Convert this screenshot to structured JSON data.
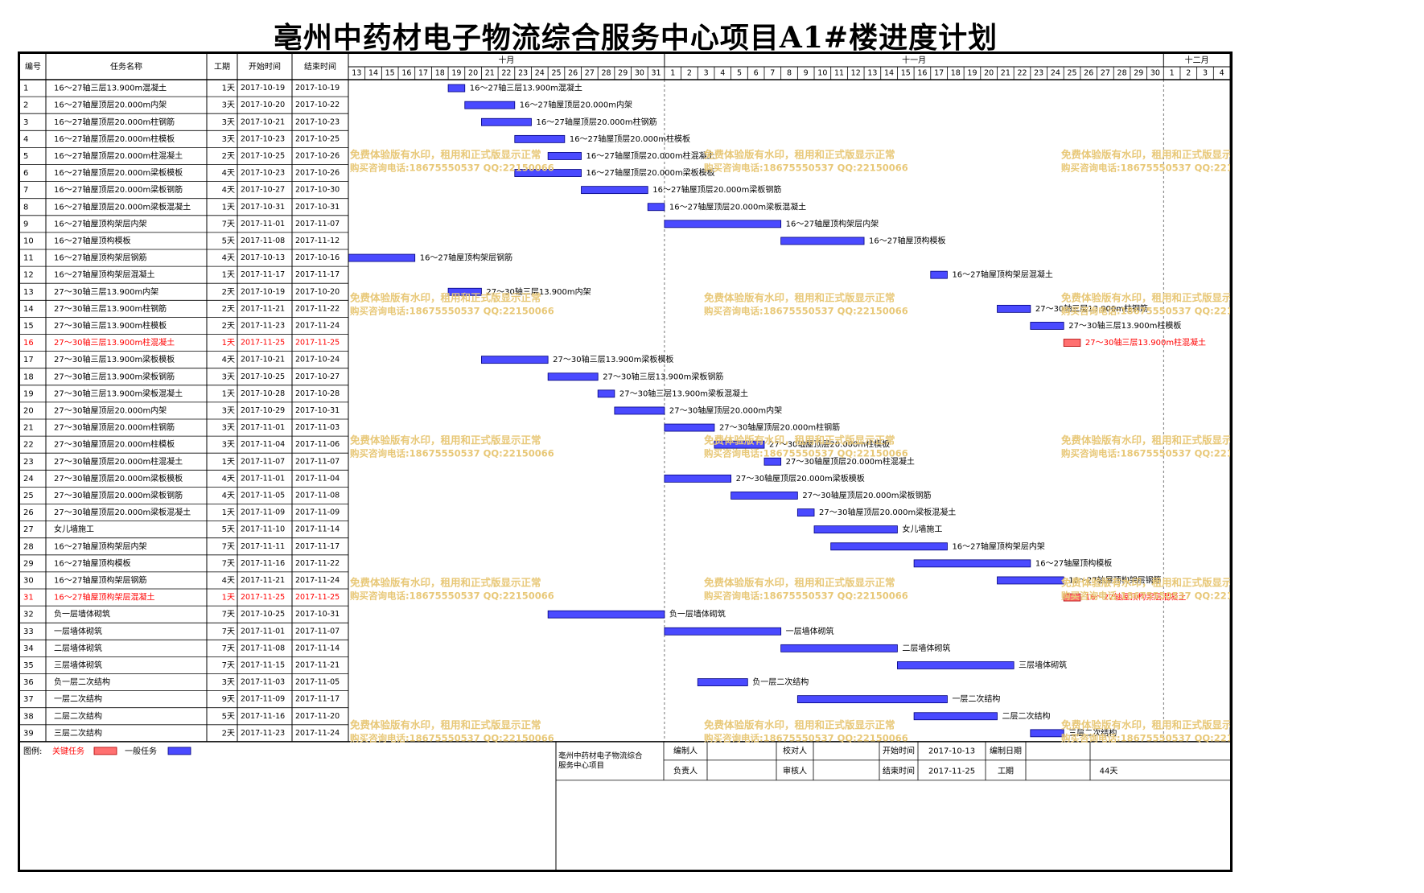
{
  "title": "亳州中药材电子物流综合服务中心项目A1#楼进度计划",
  "table": {
    "headers": {
      "id": "编号",
      "name": "任务名称",
      "duration": "工期",
      "start": "开始时间",
      "end": "结束时间"
    },
    "months": [
      {
        "label": "十月",
        "days": [
          "13",
          "14",
          "15",
          "16",
          "17",
          "18",
          "19",
          "20",
          "21",
          "22",
          "23",
          "24",
          "25",
          "26",
          "27",
          "28",
          "29",
          "30",
          "31"
        ]
      },
      {
        "label": "十一月",
        "days": [
          "1",
          "2",
          "3",
          "4",
          "5",
          "6",
          "7",
          "8",
          "9",
          "10",
          "11",
          "12",
          "13",
          "14",
          "15",
          "16",
          "17",
          "18",
          "19",
          "20",
          "21",
          "22",
          "23",
          "24",
          "25",
          "26",
          "27",
          "28",
          "29",
          "30"
        ]
      },
      {
        "label": "十二月",
        "days": [
          "1",
          "2",
          "3",
          "4"
        ]
      }
    ]
  },
  "chart_data": {
    "type": "gantt",
    "title": "亳州中药材电子物流综合服务中心项目A1#楼进度计划",
    "x_range": [
      "2017-10-13",
      "2017-12-04"
    ],
    "colors": {
      "critical": "#ff7070",
      "normal": "#4a4aff"
    },
    "tasks": [
      {
        "id": "1",
        "name": "16～27轴三层13.900m混凝土",
        "duration": "1天",
        "start": "2017-10-19",
        "end": "2017-10-19",
        "critical": false
      },
      {
        "id": "2",
        "name": "16～27轴屋顶层20.000m内架",
        "duration": "3天",
        "start": "2017-10-20",
        "end": "2017-10-22",
        "critical": false
      },
      {
        "id": "3",
        "name": "16～27轴屋顶层20.000m柱钢筋",
        "duration": "3天",
        "start": "2017-10-21",
        "end": "2017-10-23",
        "critical": false
      },
      {
        "id": "4",
        "name": "16～27轴屋顶层20.000m柱模板",
        "duration": "3天",
        "start": "2017-10-23",
        "end": "2017-10-25",
        "critical": false
      },
      {
        "id": "5",
        "name": "16～27轴屋顶层20.000m柱混凝土",
        "duration": "2天",
        "start": "2017-10-25",
        "end": "2017-10-26",
        "critical": false
      },
      {
        "id": "6",
        "name": "16～27轴屋顶层20.000m梁板模板",
        "duration": "4天",
        "start": "2017-10-23",
        "end": "2017-10-26",
        "critical": false
      },
      {
        "id": "7",
        "name": "16～27轴屋顶层20.000m梁板钢筋",
        "duration": "4天",
        "start": "2017-10-27",
        "end": "2017-10-30",
        "critical": false
      },
      {
        "id": "8",
        "name": "16～27轴屋顶层20.000m梁板混凝土",
        "duration": "1天",
        "start": "2017-10-31",
        "end": "2017-10-31",
        "critical": false
      },
      {
        "id": "9",
        "name": "16～27轴屋顶构架层内架",
        "duration": "7天",
        "start": "2017-11-01",
        "end": "2017-11-07",
        "critical": false
      },
      {
        "id": "10",
        "name": "16～27轴屋顶构模板",
        "duration": "5天",
        "start": "2017-11-08",
        "end": "2017-11-12",
        "critical": false
      },
      {
        "id": "11",
        "name": "16～27轴屋顶构架层钢筋",
        "duration": "4天",
        "start": "2017-10-13",
        "end": "2017-10-16",
        "critical": false
      },
      {
        "id": "12",
        "name": "16～27轴屋顶构架层混凝土",
        "duration": "1天",
        "start": "2017-11-17",
        "end": "2017-11-17",
        "critical": false
      },
      {
        "id": "13",
        "name": "27～30轴三层13.900m内架",
        "duration": "2天",
        "start": "2017-10-19",
        "end": "2017-10-20",
        "critical": false
      },
      {
        "id": "14",
        "name": "27～30轴三层13.900m柱钢筋",
        "duration": "2天",
        "start": "2017-11-21",
        "end": "2017-11-22",
        "critical": false
      },
      {
        "id": "15",
        "name": "27～30轴三层13.900m柱模板",
        "duration": "2天",
        "start": "2017-11-23",
        "end": "2017-11-24",
        "critical": false
      },
      {
        "id": "16",
        "name": "27～30轴三层13.900m柱混凝土",
        "duration": "1天",
        "start": "2017-11-25",
        "end": "2017-11-25",
        "critical": true
      },
      {
        "id": "17",
        "name": "27～30轴三层13.900m梁板模板",
        "duration": "4天",
        "start": "2017-10-21",
        "end": "2017-10-24",
        "critical": false
      },
      {
        "id": "18",
        "name": "27～30轴三层13.900m梁板钢筋",
        "duration": "3天",
        "start": "2017-10-25",
        "end": "2017-10-27",
        "critical": false
      },
      {
        "id": "19",
        "name": "27～30轴三层13.900m梁板混凝土",
        "duration": "1天",
        "start": "2017-10-28",
        "end": "2017-10-28",
        "critical": false
      },
      {
        "id": "20",
        "name": "27～30轴屋顶层20.000m内架",
        "duration": "3天",
        "start": "2017-10-29",
        "end": "2017-10-31",
        "critical": false
      },
      {
        "id": "21",
        "name": "27～30轴屋顶层20.000m柱钢筋",
        "duration": "3天",
        "start": "2017-11-01",
        "end": "2017-11-03",
        "critical": false
      },
      {
        "id": "22",
        "name": "27～30轴屋顶层20.000m柱模板",
        "duration": "3天",
        "start": "2017-11-04",
        "end": "2017-11-06",
        "critical": false
      },
      {
        "id": "23",
        "name": "27～30轴屋顶层20.000m柱混凝土",
        "duration": "1天",
        "start": "2017-11-07",
        "end": "2017-11-07",
        "critical": false
      },
      {
        "id": "24",
        "name": "27～30轴屋顶层20.000m梁板模板",
        "duration": "4天",
        "start": "2017-11-01",
        "end": "2017-11-04",
        "critical": false
      },
      {
        "id": "25",
        "name": "27～30轴屋顶层20.000m梁板钢筋",
        "duration": "4天",
        "start": "2017-11-05",
        "end": "2017-11-08",
        "critical": false
      },
      {
        "id": "26",
        "name": "27～30轴屋顶层20.000m梁板混凝土",
        "duration": "1天",
        "start": "2017-11-09",
        "end": "2017-11-09",
        "critical": false
      },
      {
        "id": "27",
        "name": "女儿墙施工",
        "duration": "5天",
        "start": "2017-11-10",
        "end": "2017-11-14",
        "critical": false
      },
      {
        "id": "28",
        "name": "16～27轴屋顶构架层内架",
        "duration": "7天",
        "start": "2017-11-11",
        "end": "2017-11-17",
        "critical": false
      },
      {
        "id": "29",
        "name": "16～27轴屋顶构模板",
        "duration": "7天",
        "start": "2017-11-16",
        "end": "2017-11-22",
        "critical": false
      },
      {
        "id": "30",
        "name": "16～27轴屋顶构架层钢筋",
        "duration": "4天",
        "start": "2017-11-21",
        "end": "2017-11-24",
        "critical": false
      },
      {
        "id": "31",
        "name": "16～27轴屋顶构架层混凝土",
        "duration": "1天",
        "start": "2017-11-25",
        "end": "2017-11-25",
        "critical": true
      },
      {
        "id": "32",
        "name": "负一层墙体砌筑",
        "duration": "7天",
        "start": "2017-10-25",
        "end": "2017-10-31",
        "critical": false
      },
      {
        "id": "33",
        "name": "一层墙体砌筑",
        "duration": "7天",
        "start": "2017-11-01",
        "end": "2017-11-07",
        "critical": false
      },
      {
        "id": "34",
        "name": "二层墙体砌筑",
        "duration": "7天",
        "start": "2017-11-08",
        "end": "2017-11-14",
        "critical": false
      },
      {
        "id": "35",
        "name": "三层墙体砌筑",
        "duration": "7天",
        "start": "2017-11-15",
        "end": "2017-11-21",
        "critical": false
      },
      {
        "id": "36",
        "name": "负一层二次结构",
        "duration": "3天",
        "start": "2017-11-03",
        "end": "2017-11-05",
        "critical": false
      },
      {
        "id": "37",
        "name": "一层二次结构",
        "duration": "9天",
        "start": "2017-11-09",
        "end": "2017-11-17",
        "critical": false
      },
      {
        "id": "38",
        "name": "二层二次结构",
        "duration": "5天",
        "start": "2017-11-16",
        "end": "2017-11-20",
        "critical": false
      },
      {
        "id": "39",
        "name": "三层二次结构",
        "duration": "2天",
        "start": "2017-11-23",
        "end": "2017-11-24",
        "critical": false
      }
    ]
  },
  "watermark": {
    "line1": "免费体验版有水印，租用和正式版显示正常",
    "line2": "购买咨询电话:18675550537 QQ:22150066",
    "color": "#e8c878"
  },
  "footer": {
    "legend_label": "图例:",
    "critical_label": "关键任务",
    "normal_label": "一般任务",
    "project_name": "亳州中药材电子物流综合服务中心项目",
    "compiler_label": "编制人",
    "checker_label": "校对人",
    "start_label": "开始时间",
    "start_value": "2017-10-13",
    "date_label": "编制日期",
    "owner_label": "负责人",
    "reviewer_label": "审核人",
    "end_label": "结束时间",
    "end_value": "2017-11-25",
    "duration_label": "工期",
    "duration_value": "44天"
  }
}
